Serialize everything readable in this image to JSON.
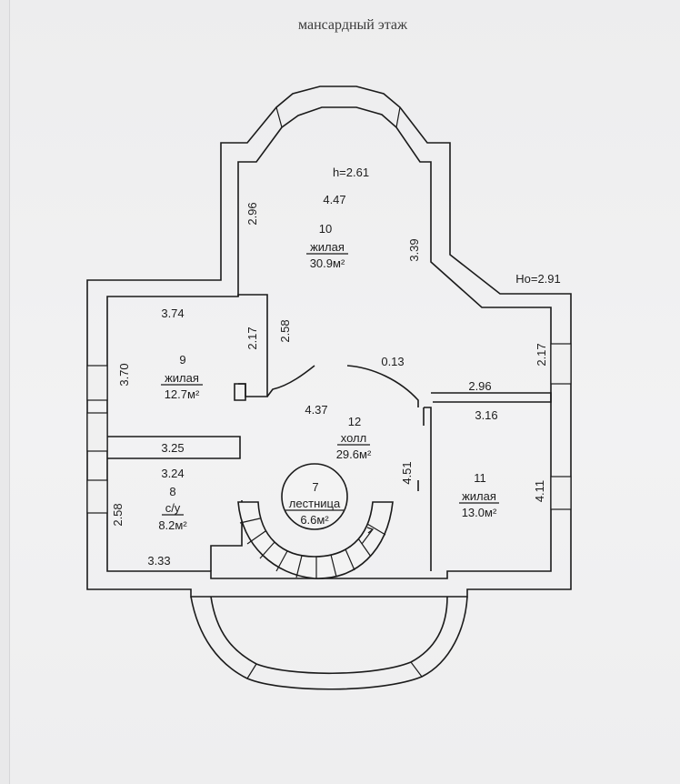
{
  "title": "мансардный этаж",
  "heights": {
    "main": "h=2.61",
    "side": "Но=2.91"
  },
  "rooms": {
    "r10": {
      "num": "10",
      "type": "жилая",
      "area": "30.9м²"
    },
    "r9": {
      "num": "9",
      "type": "жилая",
      "area": "12.7м²"
    },
    "r8": {
      "num": "8",
      "type": "с/у",
      "area": "8.2м²"
    },
    "r7": {
      "num": "7",
      "type": "лестница",
      "area": "6.6м²"
    },
    "r12": {
      "num": "12",
      "type": "холл",
      "area": "29.6м²"
    },
    "r11": {
      "num": "11",
      "type": "жилая",
      "area": "13.0м²"
    }
  },
  "dimensions": {
    "d_447": "4.47",
    "d_296a": "2.96",
    "d_339": "3.39",
    "d_374": "3.74",
    "d_217a": "2.17",
    "d_258a": "2.58",
    "d_370": "3.70",
    "d_013": "0.13",
    "d_217b": "2.17",
    "d_296b": "2.96",
    "d_316": "3.16",
    "d_437": "4.37",
    "d_325": "3.25",
    "d_324": "3.24",
    "d_451": "4.51",
    "d_411": "4.11",
    "d_258b": "2.58",
    "d_333": "3.33"
  }
}
